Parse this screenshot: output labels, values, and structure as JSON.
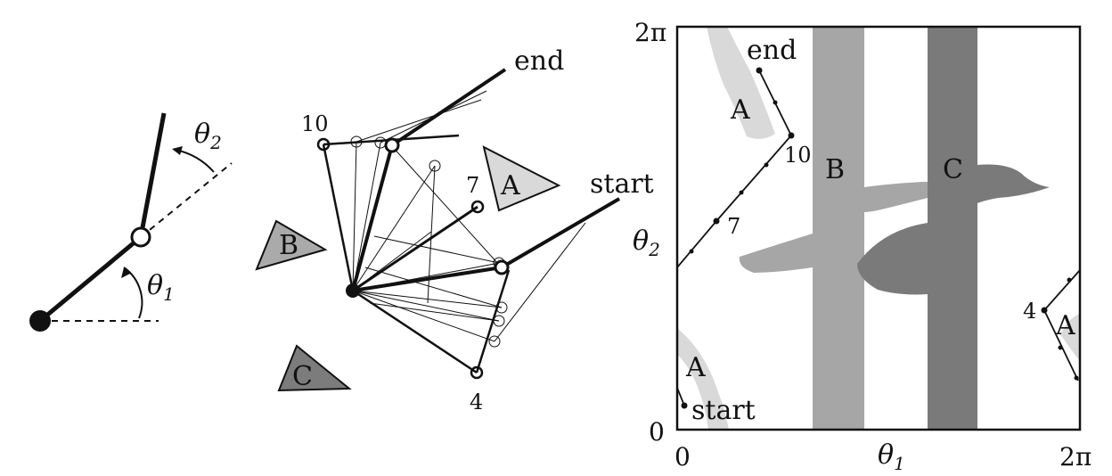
{
  "arm_diagram": {
    "theta1_label": "θ",
    "theta1_sub": "1",
    "theta2_label": "θ",
    "theta2_sub": "2"
  },
  "workspace": {
    "obstacles": [
      {
        "name": "A",
        "color": "#d9d9d9"
      },
      {
        "name": "B",
        "color": "#aaaaaa"
      },
      {
        "name": "C",
        "color": "#7c7c7c"
      }
    ],
    "labels": {
      "start": "start",
      "end": "end",
      "step_4": "4",
      "step_7": "7",
      "step_10": "10"
    }
  },
  "cspace": {
    "x_axis_label": "θ",
    "x_axis_sub": "1",
    "y_axis_label": "θ",
    "y_axis_sub": "2",
    "x_min_label": "0",
    "x_max_label": "2π",
    "y_min_label": "0",
    "y_max_label": "2π",
    "regions": [
      {
        "name": "A",
        "color": "#d9d9d9"
      },
      {
        "name": "B",
        "color": "#a6a6a6"
      },
      {
        "name": "C",
        "color": "#7a7a7a"
      }
    ],
    "path_labels": {
      "start": "start",
      "end": "end",
      "step_4": "4",
      "step_7": "7",
      "step_10": "10"
    }
  }
}
